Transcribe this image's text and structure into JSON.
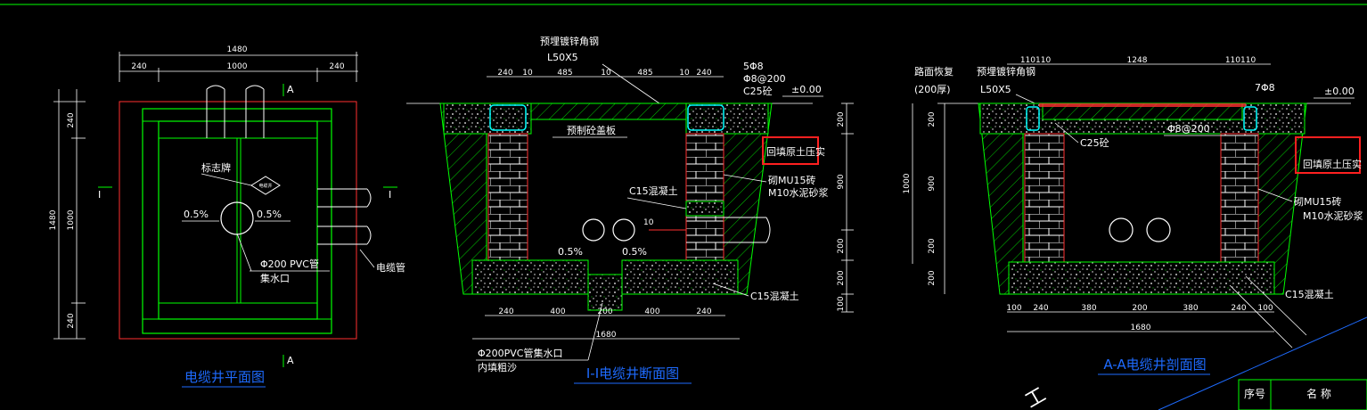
{
  "colors": {
    "background": "#000000",
    "structure": "#00ff00",
    "wall_lines": "#ff3030",
    "dimension": "#ffffff",
    "title": "#1e6bff",
    "highlight_box": "#ff2020",
    "hatch": "#00ff00"
  },
  "plan": {
    "title": "电缆井平面图",
    "dim_total": "1480",
    "dim_top": [
      "240",
      "1000",
      "240"
    ],
    "dim_left_total": "1480",
    "dim_left": [
      "240",
      "1000",
      "240"
    ],
    "section_mark_a": "A",
    "section_mark_i": "I",
    "sign_label": "标志牌",
    "sign_text": "电缆井",
    "slope_left": "0.5%",
    "slope_right": "0.5%",
    "pipe_label": "Φ200 PVC管",
    "drain_label": "集水口",
    "cable_label": "电缆管"
  },
  "section1": {
    "title": "I-I电缆井断面图",
    "angle_label_1": "预埋镀锌角钢",
    "angle_label_2": "L50X5",
    "rebar_1": "5Φ8",
    "rebar_2": "Φ8@200",
    "concrete_top": "C25砼",
    "level": "±0.00",
    "cover_label": "预制砼盖板",
    "backfill": "回填原土压实",
    "c15_inner": "C15混凝土",
    "brick_1": "砌MU15砖",
    "brick_2": "M10水泥砂浆",
    "slope_left": "0.5%",
    "slope_right": "0.5%",
    "ten": "10",
    "c15_base": "C15混凝土",
    "drain_pipe": "Φ200PVC管集水口",
    "fill_sand": "内填粗沙",
    "dim_top": [
      "240",
      "10",
      "485",
      "10",
      "485",
      "10",
      "240"
    ],
    "dim_bottom": [
      "240",
      "400",
      "200",
      "400",
      "240"
    ],
    "dim_total": "1680",
    "dim_right": [
      "200",
      "900",
      "200",
      "200",
      "100"
    ]
  },
  "section2": {
    "title": "A-A电缆井剖面图",
    "road_1": "路面恢复",
    "road_2": "(200厚)",
    "angle_label_1": "预埋镀锌角钢",
    "angle_label_2": "L50X5",
    "rebar_1": "7Φ8",
    "rebar_2": "Φ8@200",
    "concrete": "C25砼",
    "level": "±0.00",
    "backfill": "回填原土压实",
    "brick_1": "砌MU15砖",
    "brick_2": "M10水泥砂浆",
    "c15_base": "C15混凝土",
    "dim_top_left": "110110",
    "dim_top_mid": "1248",
    "dim_top_right": "110110",
    "dim_left": [
      "200",
      "900",
      "200",
      "200"
    ],
    "dim_left_total": "1000",
    "dim_bottom": [
      "100",
      "240",
      "380",
      "200",
      "380",
      "240",
      "100"
    ],
    "dim_total": "1680"
  },
  "table": {
    "col1": "序号",
    "col2": "名  称"
  },
  "stamp": "工"
}
